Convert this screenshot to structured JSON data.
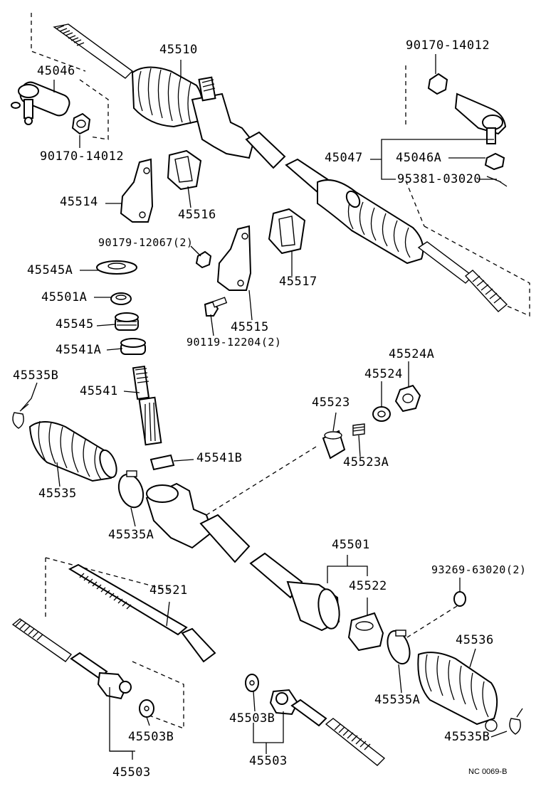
{
  "labels": {
    "p45510": "45510",
    "p45046": "45046",
    "p90170_left": "90170-14012",
    "p90170_right": "90170-14012",
    "p45047": "45047",
    "p45046A": "45046A",
    "p95381": "95381-03020",
    "p45514": "45514",
    "p45516": "45516",
    "p90179": "90179-12067(2)",
    "p45517": "45517",
    "p45545A": "45545A",
    "p45501A": "45501A",
    "p45545": "45545",
    "p45541A": "45541A",
    "p45515": "45515",
    "p90119": "90119-12204(2)",
    "p45535B_left": "45535B",
    "p45541": "45541",
    "p45523": "45523",
    "p45524": "45524",
    "p45524A": "45524A",
    "p45523A": "45523A",
    "p45541B": "45541B",
    "p45535": "45535",
    "p45535A_left": "45535A",
    "p45501": "45501",
    "p93269": "93269-63020(2)",
    "p45521": "45521",
    "p45522": "45522",
    "p45536": "45536",
    "p45535A_right": "45535A",
    "p45503B_left": "45503B",
    "p45503B_right": "45503B",
    "p45535B_right": "45535B",
    "p45503_left": "45503",
    "p45503_right": "45503"
  },
  "diagram_code": "NC 0069-B"
}
